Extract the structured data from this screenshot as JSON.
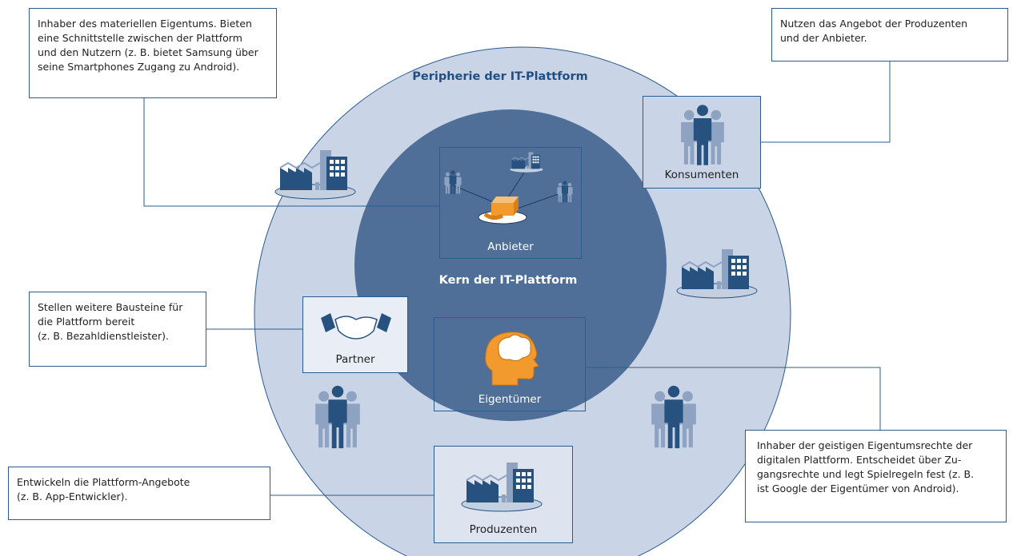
{
  "rings": {
    "outer_title": "Peripherie der IT-Plattform",
    "core_title": "Kern der IT-Plattform"
  },
  "nodes": {
    "anbieter": "Anbieter",
    "konsumenten": "Konsumenten",
    "partner": "Partner",
    "eigentuemer": "Eigentümer",
    "produzenten": "Produzenten"
  },
  "callouts": {
    "anbieter": [
      "Inhaber des materiellen Eigentums. Bieten",
      "eine Schnittstelle zwischen der Plattform",
      "und den Nutzern (z. B. bietet Samsung über",
      "seine Smartphones Zugang zu Android)."
    ],
    "konsumenten": [
      "Nutzen das Angebot der Produzenten",
      "und der Anbieter."
    ],
    "partner": [
      "Stellen weitere Bausteine für",
      "die Plattform bereit",
      "(z. B. Bezahldienstleister)."
    ],
    "produzenten": [
      "Entwickeln die Plattform-Angebote",
      "(z. B. App-Entwickler)."
    ],
    "eigentuemer": [
      "Inhaber der geistigen Eigentumsrechte der",
      "digitalen Plattform. Entscheidet über Zu-",
      "gangsrechte und legt Spielregeln fest (z. B.",
      "ist Google der Eigentümer von Android)."
    ]
  },
  "colors": {
    "outer_ring": "#c7d3e6",
    "core": "#4f6f98",
    "line": "#2b5c8e",
    "icon_dark": "#27527f",
    "icon_light": "#7f97b8",
    "accent_orange": "#f29a2e"
  }
}
